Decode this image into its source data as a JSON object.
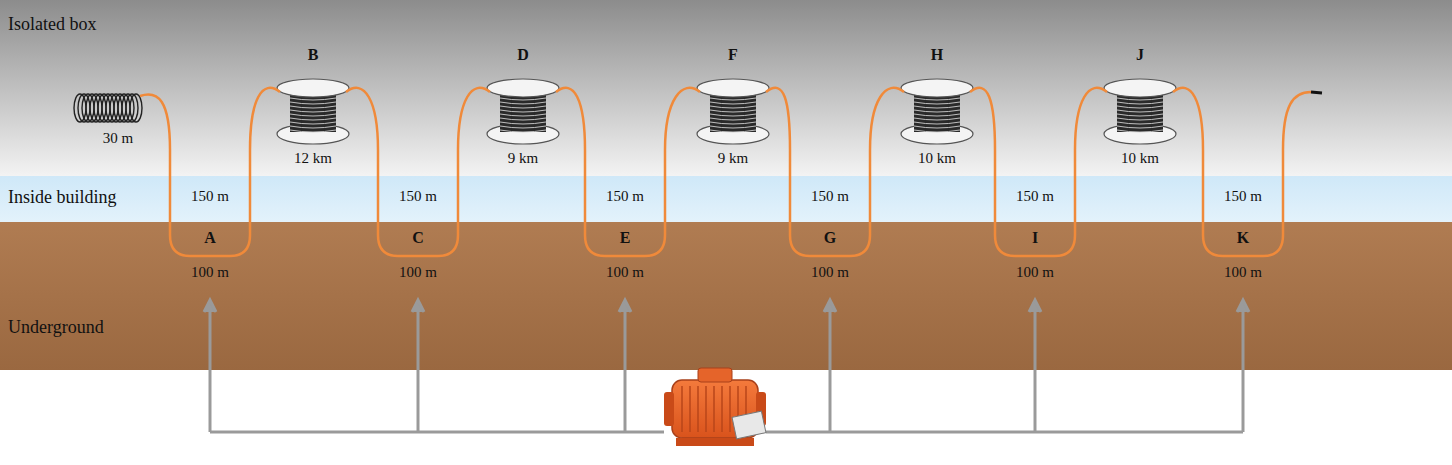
{
  "diagram": {
    "labels": [
      "Isolated box",
      "B",
      "D",
      "F",
      "H",
      "J",
      "30 m",
      "12 km",
      "9 km",
      "9 km",
      "10 km",
      "10 km",
      "Inside building",
      "150 m",
      "150 m",
      "150 m",
      "150 m",
      "150 m",
      "150 m",
      "A",
      "C",
      "E",
      "G",
      "I",
      "K",
      "100 m",
      "100 m",
      "100 m",
      "100 m",
      "100 m",
      "100 m",
      "Underground"
    ]
  }
}
